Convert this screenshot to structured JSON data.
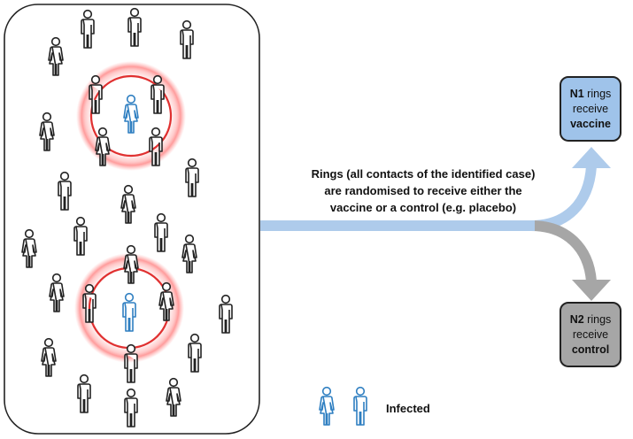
{
  "caption": {
    "line1": "Rings (all contacts of the identified case)",
    "line2": "are randomised to receive either the",
    "line3": "vaccine or a control (e.g. placebo)"
  },
  "vaccine_box": {
    "bold_prefix": "N1",
    "rest1": " rings",
    "line2": "receive",
    "line3_bold": "vaccine",
    "fill": "#9fc3ea"
  },
  "control_box": {
    "bold_prefix": "N2",
    "rest1": " rings",
    "line2": "receive",
    "line3_bold": "control",
    "fill": "#a6a6a6"
  },
  "legend": {
    "label": "Infected"
  },
  "colors": {
    "infected": "#2f7fc1",
    "person": "#222222",
    "ring": "#e03030",
    "arrow_vaccine": "#aecbeb",
    "arrow_control": "#a6a6a6"
  },
  "icons": {
    "person": "person-outline-icon",
    "ring": "ring-highlight-icon"
  }
}
